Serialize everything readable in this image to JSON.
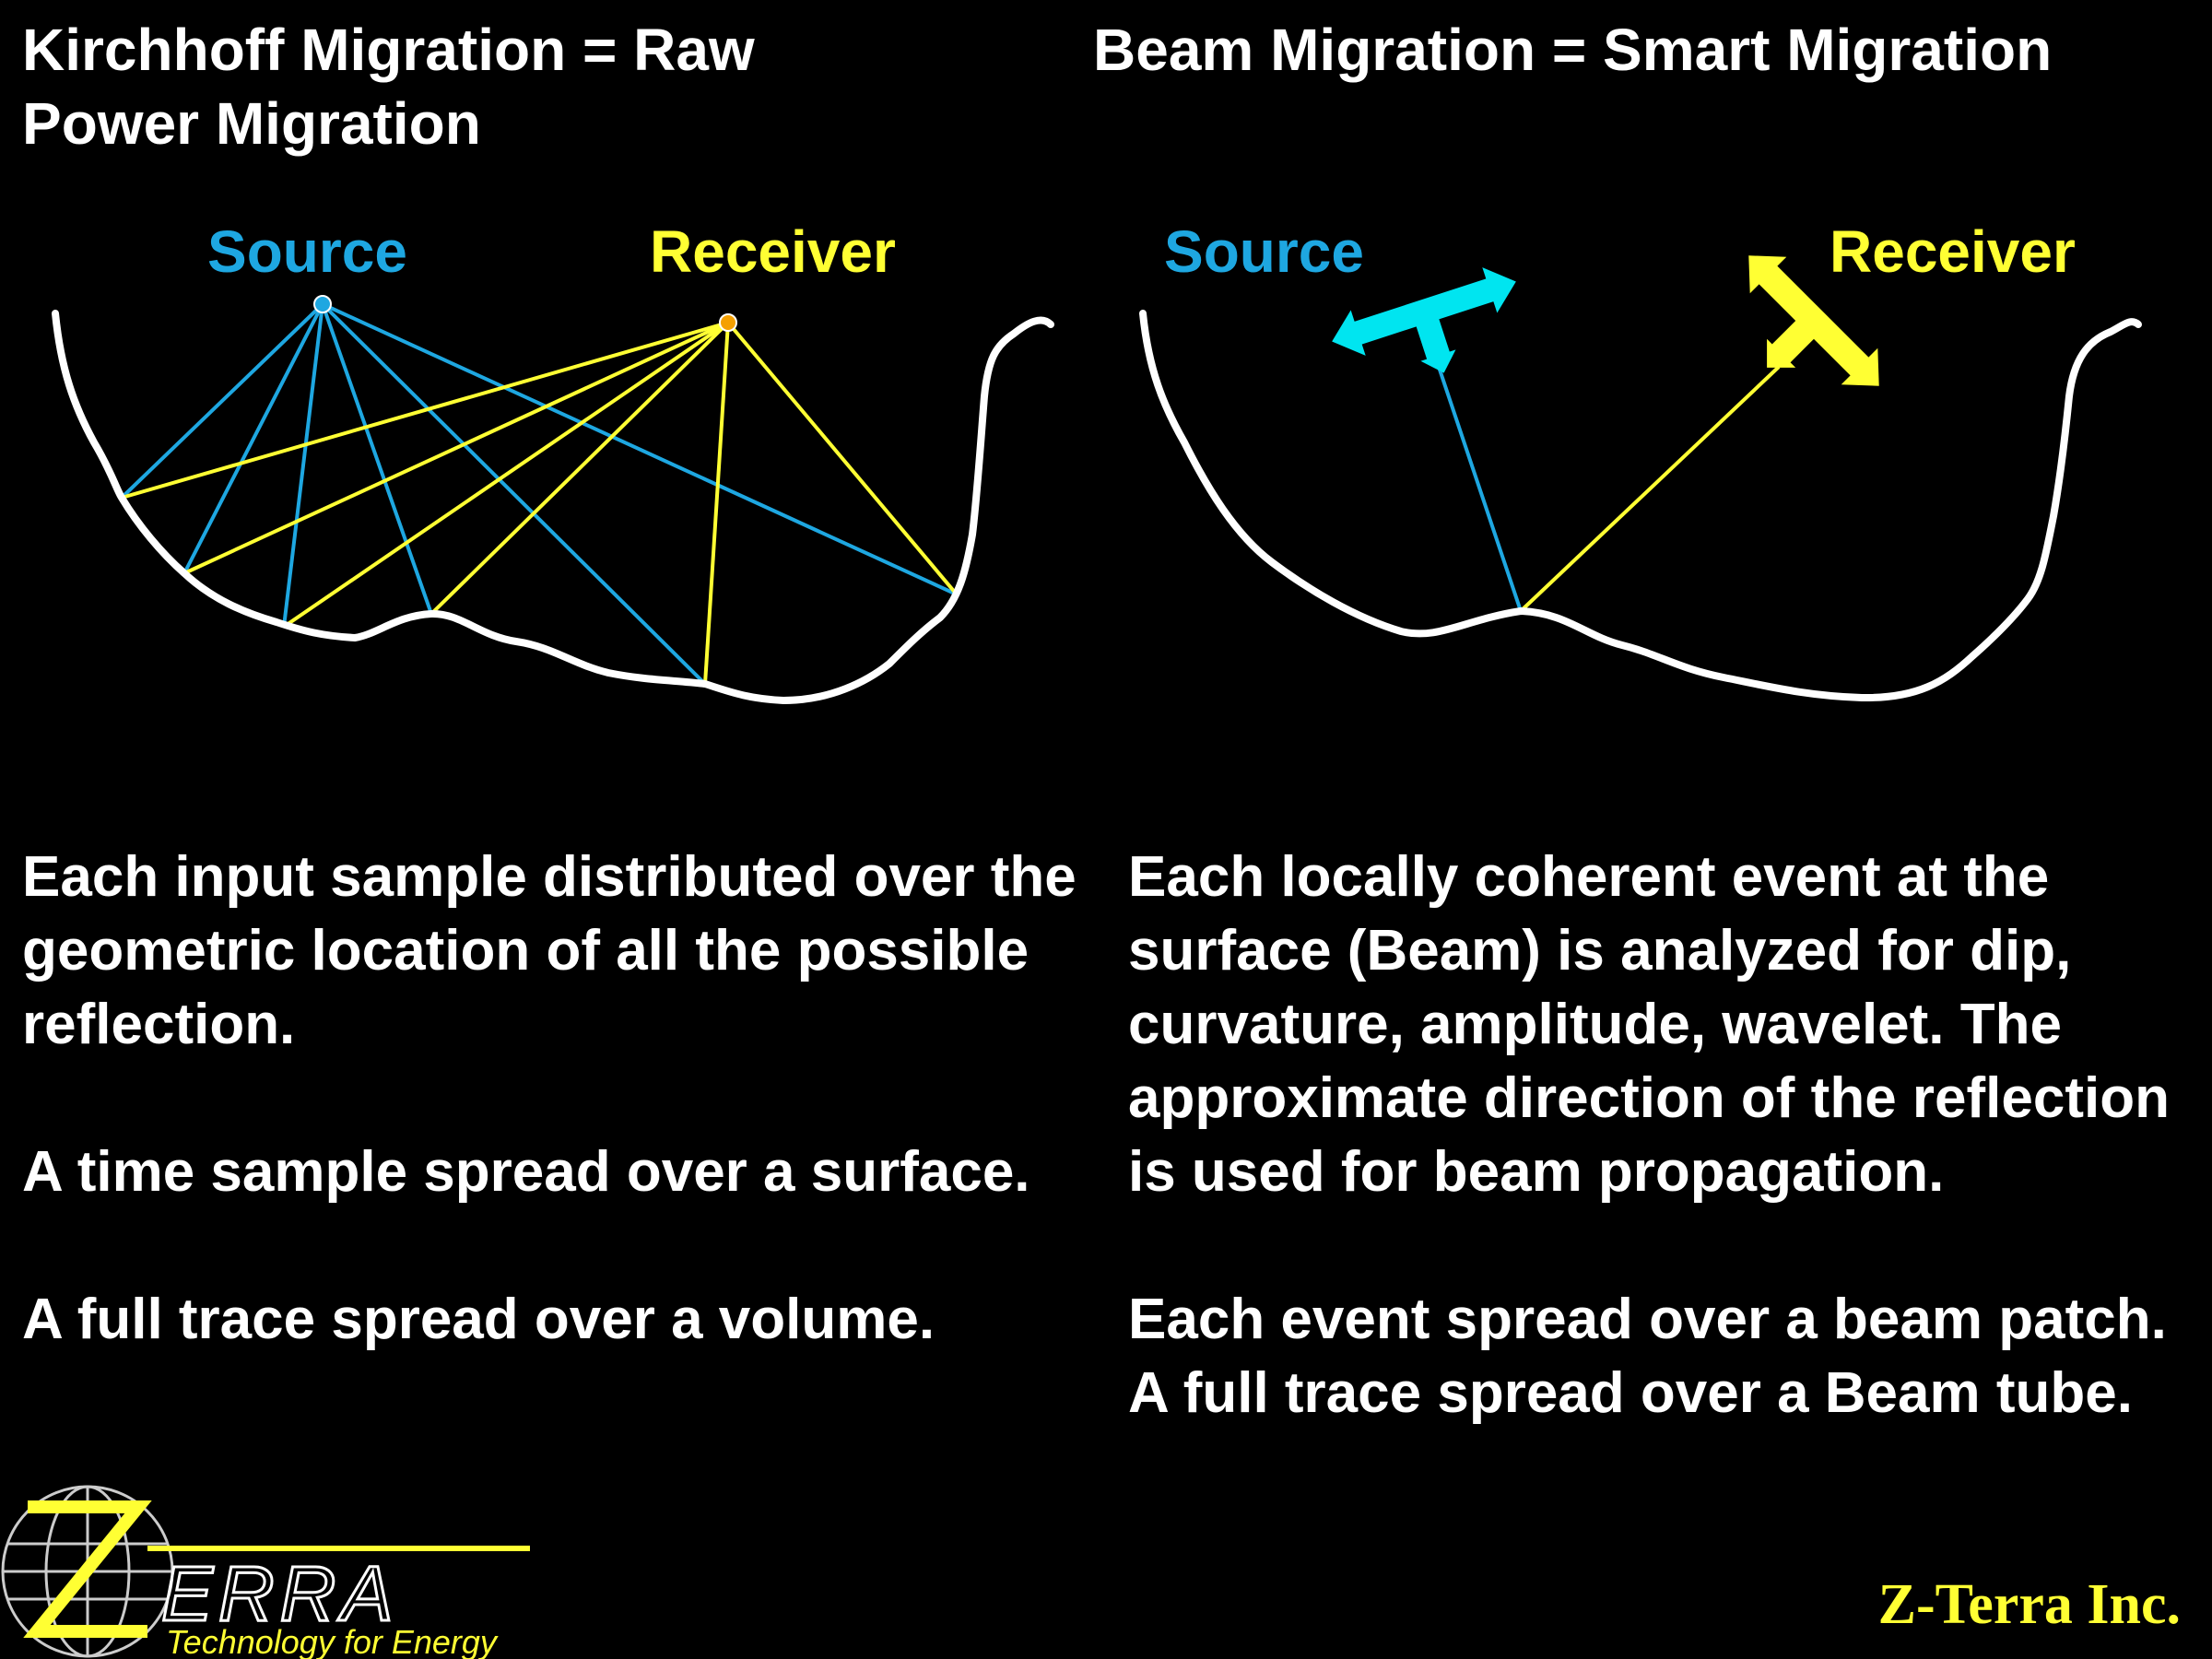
{
  "titles": {
    "left": "Kirchhoff Migration = Raw Power Migration",
    "right": "Beam Migration = Smart Migration"
  },
  "diagram_labels": {
    "left_source": "Source",
    "left_receiver": "Receiver",
    "right_source": "Source",
    "right_receiver": "Receiver"
  },
  "left_paragraphs": [
    "Each input sample distributed over the geometric location of all the possible reflection.",
    "A time sample spread over a surface.",
    "A full trace spread over a volume."
  ],
  "right_paragraphs": [
    "Each locally coherent event at the surface (Beam) is analyzed for dip, curvature, amplitude, wavelet. The approximate direction of the reflection is used for beam propagation.",
    "Each event spread over a beam patch. A full trace spread over a Beam tube."
  ],
  "logo": {
    "wordmark": "ERRA",
    "tagline": "Technology for Energy"
  },
  "company": "Z-Terra Inc.",
  "colors": {
    "background": "#000000",
    "source": "#1ea7e1",
    "receiver": "#ffff33",
    "source_arrow": "#00e5f0",
    "curve": "#ffffff",
    "text": "#ffffff"
  },
  "icons": {
    "source_arrow": "t-shaped-double-arrow-icon",
    "receiver_arrow": "t-shaped-double-arrow-icon",
    "logo": "z-terra-globe-logo"
  }
}
